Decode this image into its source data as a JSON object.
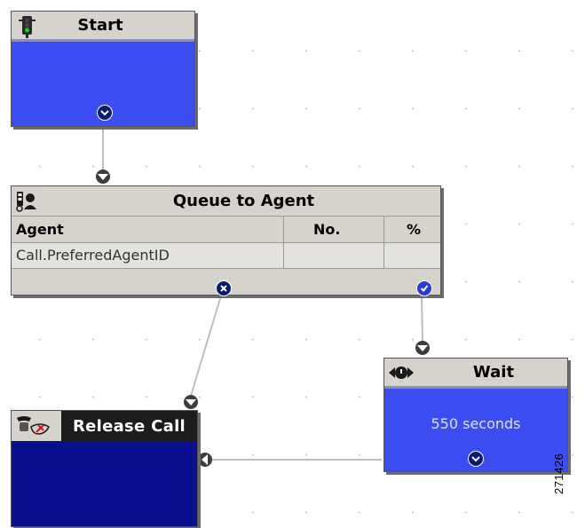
{
  "nodes": {
    "start": {
      "title": "Start"
    },
    "queue": {
      "title": "Queue to Agent",
      "columns": [
        "Agent",
        "No.",
        "%"
      ],
      "rows": [
        [
          "Call.PreferredAgentID",
          "",
          ""
        ]
      ]
    },
    "wait": {
      "title": "Wait",
      "body": "550 seconds"
    },
    "release": {
      "title": "Release Call"
    }
  },
  "figure_id": "271426",
  "colors": {
    "node_blue": "#3b4cf0",
    "node_navy": "#0b0e8c",
    "title_gray": "#d6d3cc",
    "connector_gray": "#b8c0c0"
  },
  "icons": {
    "start": "traffic-light-icon",
    "queue": "agent-queue-icon",
    "wait": "wait-arrows-icon",
    "release": "telephone-icon",
    "out": "chevron-down-icon",
    "in": "connector-in-icon",
    "failure": "x-circle-icon",
    "success": "check-circle-icon"
  }
}
